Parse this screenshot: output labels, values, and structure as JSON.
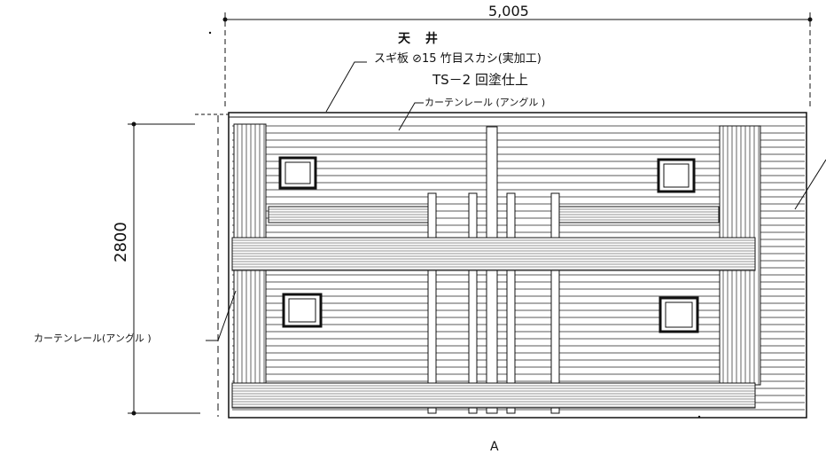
{
  "drawing": {
    "dimension_width": "5,005",
    "dimension_height": "2800",
    "ceiling_label": "天 井",
    "board_label": "スギ板 ⊘15 竹目スカシ(実加工)",
    "finish_label": "TS－2 回塗仕上",
    "curtain_rail_top": "カーテンレール (アングル )",
    "curtain_rail_left": "カーテンレール(アングル )",
    "section_marker": "A"
  },
  "colors": {
    "ink": "#111111",
    "paper": "#ffffff",
    "frame": "#555555"
  }
}
